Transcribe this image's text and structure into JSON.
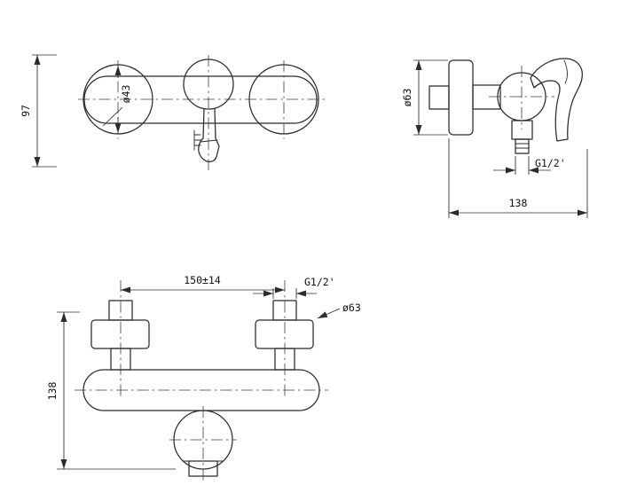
{
  "colors": {
    "background": "#ffffff",
    "line": "#2b2b2b",
    "text": "#111111"
  },
  "views": {
    "front": {
      "dims": {
        "overall_height": "97",
        "cartridge_diameter": "ø43"
      }
    },
    "side": {
      "dims": {
        "flange_diameter": "ø63",
        "outlet_thread": "G1/2'",
        "depth": "138"
      }
    },
    "plan": {
      "dims": {
        "inlet_spacing": "150±14",
        "inlet_thread": "G1/2'",
        "escutcheon_diameter": "ø63",
        "depth": "138"
      }
    }
  }
}
